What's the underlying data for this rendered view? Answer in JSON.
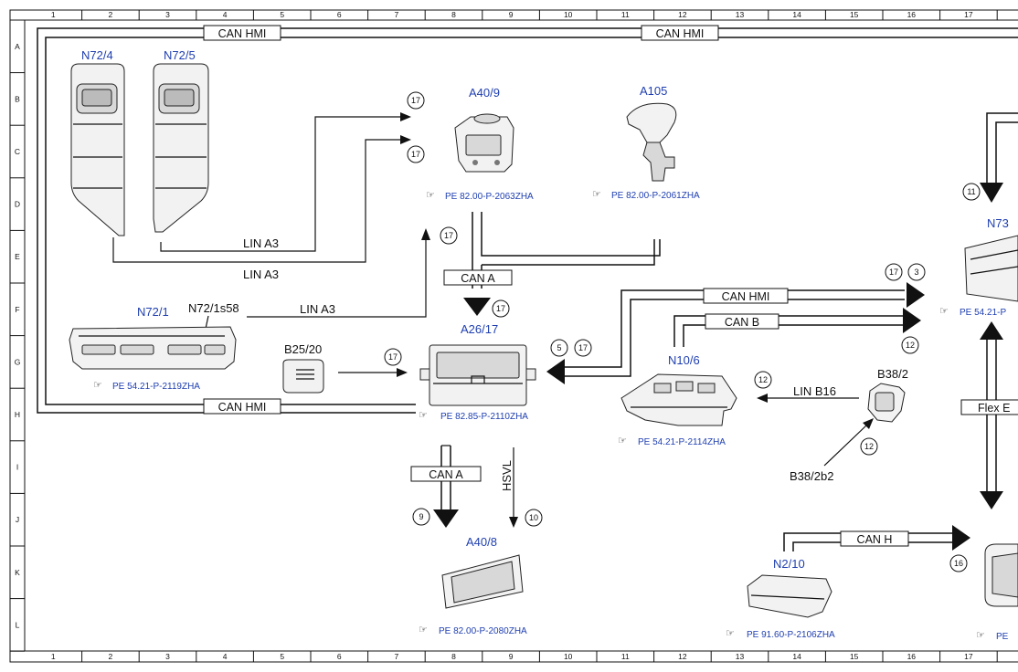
{
  "grid": {
    "columns": [
      "1",
      "2",
      "3",
      "4",
      "5",
      "6",
      "7",
      "8",
      "9",
      "10",
      "11",
      "12",
      "13",
      "14",
      "15",
      "16",
      "17"
    ],
    "rows": [
      "A",
      "B",
      "C",
      "D",
      "E",
      "F",
      "G",
      "H",
      "I",
      "J",
      "K",
      "L"
    ]
  },
  "components": {
    "n72_4": "N72/4",
    "n72_5": "N72/5",
    "n72_1": "N72/1",
    "n72_1s58": "N72/1s58",
    "a40_9": "A40/9",
    "a105": "A105",
    "a26_17": "A26/17",
    "b25_20": "B25/20",
    "a40_8": "A40/8",
    "n10_6": "N10/6",
    "b38_2": "B38/2",
    "b38_2b2": "B38/2b2",
    "n2_10": "N2/10",
    "n73": "N73"
  },
  "references": {
    "a40_9": "PE 82.00-P-2063ZHA",
    "a105": "PE 82.00-P-2061ZHA",
    "n72_1": "PE 54.21-P-2119ZHA",
    "a26_17": "PE 82.85-P-2110ZHA",
    "n10_6": "PE 54.21-P-2114ZHA",
    "a40_8": "PE 82.00-P-2080ZHA",
    "n2_10": "PE 91.60-P-2106ZHA",
    "n73": "PE 54.21-P",
    "right_bottom": "PE"
  },
  "buses": {
    "can_hmi_top_left": "CAN HMI",
    "can_hmi_top_mid": "CAN HMI",
    "can_hmi_bottom": "CAN HMI",
    "can_hmi_mid": "CAN HMI",
    "can_a_top": "CAN A",
    "can_a_bottom": "CAN A",
    "can_b": "CAN B",
    "can_h": "CAN H",
    "flex_e": "Flex E",
    "lin_a3_1": "LIN A3",
    "lin_a3_2": "LIN A3",
    "lin_a3_3": "LIN A3",
    "lin_b16": "LIN B16",
    "hsvl": "HSVL"
  },
  "markers": {
    "m17a": "17",
    "m17b": "17",
    "m17c": "17",
    "m17d": "17",
    "m17e": "17",
    "m17f": "17",
    "m17g": "17",
    "m3": "3",
    "m5": "5",
    "m9": "9",
    "m10": "10",
    "m11": "11",
    "m12a": "12",
    "m12b": "12",
    "m12c": "12",
    "m16": "16"
  },
  "colors": {
    "label_blue": "#1f3fb0",
    "line": "#111111"
  }
}
